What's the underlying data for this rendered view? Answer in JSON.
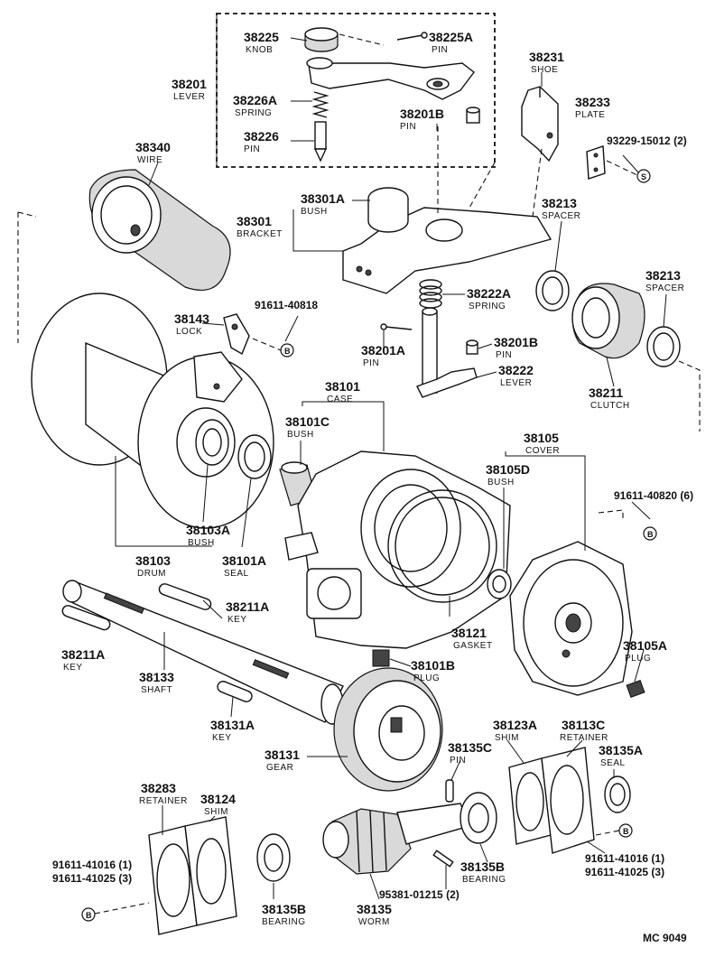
{
  "drawing_code": "MC 9049",
  "parts": {
    "p38225": {
      "no": "38225",
      "name": "KNOB"
    },
    "p38225A": {
      "no": "38225A",
      "name": "PIN"
    },
    "p38201": {
      "no": "38201",
      "name": "LEVER"
    },
    "p38226A": {
      "no": "38226A",
      "name": "SPRING"
    },
    "p38226": {
      "no": "38226",
      "name": "PIN"
    },
    "p38201B_top": {
      "no": "38201B",
      "name": "PIN"
    },
    "p38231": {
      "no": "38231",
      "name": "SHOE"
    },
    "p38233": {
      "no": "38233",
      "name": "PLATE"
    },
    "p38340": {
      "no": "38340",
      "name": "WIRE"
    },
    "p38301A": {
      "no": "38301A",
      "name": "BUSH"
    },
    "p38301": {
      "no": "38301",
      "name": "BRACKET"
    },
    "p38213a": {
      "no": "38213",
      "name": "SPACER"
    },
    "p38213b": {
      "no": "38213",
      "name": "SPACER"
    },
    "p38222A": {
      "no": "38222A",
      "name": "SPRING"
    },
    "p38143": {
      "no": "38143",
      "name": "LOCK"
    },
    "p38201A": {
      "no": "38201A",
      "name": "PIN"
    },
    "p38201B_mid": {
      "no": "38201B",
      "name": "PIN"
    },
    "p38222": {
      "no": "38222",
      "name": "LEVER"
    },
    "p38211": {
      "no": "38211",
      "name": "CLUTCH"
    },
    "p38101": {
      "no": "38101",
      "name": "CASE"
    },
    "p38101C": {
      "no": "38101C",
      "name": "BUSH"
    },
    "p38105": {
      "no": "38105",
      "name": "COVER"
    },
    "p38105D": {
      "no": "38105D",
      "name": "BUSH"
    },
    "p38103A": {
      "no": "38103A",
      "name": "BUSH"
    },
    "p38103": {
      "no": "38103",
      "name": "DRUM"
    },
    "p38101A": {
      "no": "38101A",
      "name": "SEAL"
    },
    "p38211A_a": {
      "no": "38211A",
      "name": "KEY"
    },
    "p38211A_b": {
      "no": "38211A",
      "name": "KEY"
    },
    "p38121": {
      "no": "38121",
      "name": "GASKET"
    },
    "p38105A": {
      "no": "38105A",
      "name": "PLUG"
    },
    "p38133": {
      "no": "38133",
      "name": "SHAFT"
    },
    "p38101B": {
      "no": "38101B",
      "name": "PLUG"
    },
    "p38131A": {
      "no": "38131A",
      "name": "KEY"
    },
    "p38123A": {
      "no": "38123A",
      "name": "SHIM"
    },
    "p38113C": {
      "no": "38113C",
      "name": "RETAINER"
    },
    "p38135A": {
      "no": "38135A",
      "name": "SEAL"
    },
    "p38131": {
      "no": "38131",
      "name": "GEAR"
    },
    "p38135C": {
      "no": "38135C",
      "name": "PIN"
    },
    "p38283": {
      "no": "38283",
      "name": "RETAINER"
    },
    "p38124": {
      "no": "38124",
      "name": "SHIM"
    },
    "p38135B_a": {
      "no": "38135B",
      "name": "BEARING"
    },
    "p38135B_b": {
      "no": "38135B",
      "name": "BEARING"
    },
    "p38135": {
      "no": "38135",
      "name": "WORM"
    }
  },
  "bolts": {
    "b93229": "93229-15012 (2)",
    "b91611_40818": "91611-40818",
    "b91611_40820": "91611-40820 (6)",
    "b91611_41016_l": "91611-41016 (1)",
    "b91611_41025_l": "91611-41025 (3)",
    "b91611_41016_r": "91611-41016 (1)",
    "b91611_41025_r": "91611-41025 (3)",
    "b95381": "95381-01215 (2)"
  },
  "fastener_symbols": {
    "s": "S",
    "b": "B"
  }
}
